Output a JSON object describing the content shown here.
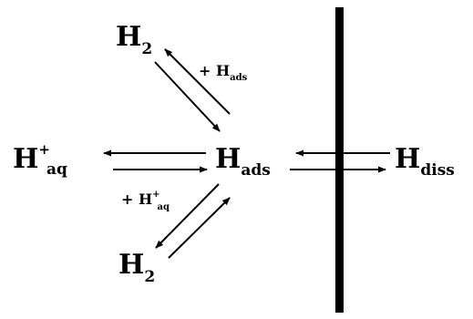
{
  "diagram": {
    "species": {
      "h2_top": {
        "base": "H",
        "subscript": "2"
      },
      "h_aq": {
        "base": "H",
        "superscript": "+",
        "subscript": "aq"
      },
      "h_ads": {
        "base": "H",
        "subscript": "ads"
      },
      "h_diss": {
        "base": "H",
        "subscript": "diss"
      },
      "h2_bottom": {
        "base": "H",
        "subscript": "2"
      }
    },
    "reaction_labels": {
      "upper": {
        "prefix": "+ ",
        "base": "H",
        "subscript": "ads"
      },
      "lower": {
        "prefix": "+ ",
        "base": "H",
        "superscript": "+",
        "subscript": "aq"
      }
    },
    "colors": {
      "ink": "#000000",
      "background": "#ffffff"
    }
  }
}
